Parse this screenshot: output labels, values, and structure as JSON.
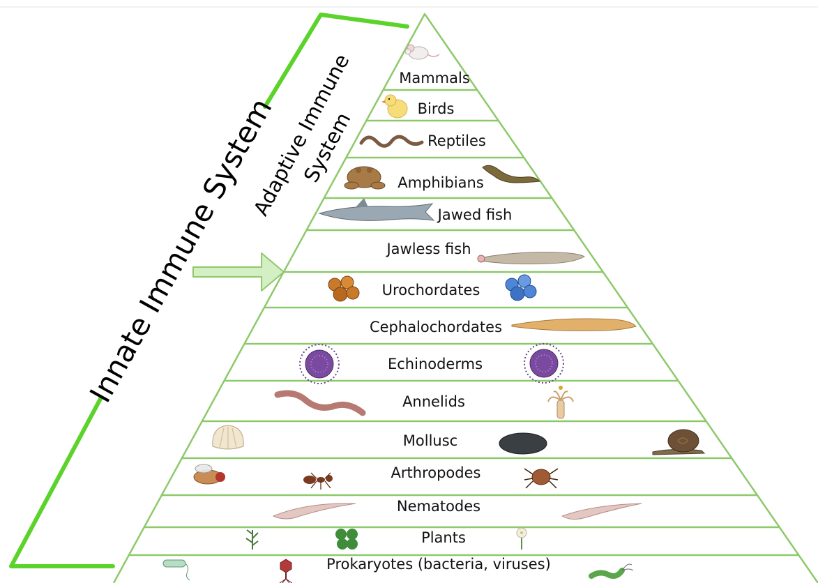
{
  "diagram": {
    "colors": {
      "pyramid_line": "#8dc96a",
      "bracket": "#5bd32a",
      "arrow_fill": "#d5efc4",
      "arrow_stroke": "#8dc96a",
      "text": "#111111"
    },
    "brackets": {
      "innate": "Innate Immune System",
      "adaptive_line1": "Adaptive Immune",
      "adaptive_line2": "System"
    },
    "tiers": [
      {
        "label": "Mammals",
        "icons": [
          "mouse-icon"
        ]
      },
      {
        "label": "Birds",
        "icons": [
          "chick-icon"
        ]
      },
      {
        "label": "Reptiles",
        "icons": [
          "snake-icon"
        ]
      },
      {
        "label": "Amphibians",
        "icons": [
          "frog-icon",
          "salamander-icon"
        ]
      },
      {
        "label": "Jawed fish",
        "icons": [
          "shark-icon"
        ]
      },
      {
        "label": "Jawless fish",
        "icons": [
          "lamprey-icon"
        ]
      },
      {
        "label": "Urochordates",
        "icons": [
          "tunicate-orange-icon",
          "tunicate-blue-icon"
        ]
      },
      {
        "label": "Cephalochordates",
        "icons": [
          "lancelet-icon"
        ]
      },
      {
        "label": "Echinoderms",
        "icons": [
          "sea-urchin-icon",
          "sea-urchin-icon"
        ]
      },
      {
        "label": "Annelids",
        "icons": [
          "earthworm-icon",
          "tube-worm-icon"
        ]
      },
      {
        "label": "Mollusc",
        "icons": [
          "clam-icon",
          "mussel-icon",
          "snail-icon"
        ]
      },
      {
        "label": "Arthropodes",
        "icons": [
          "fly-icon",
          "ant-icon",
          "tick-icon"
        ]
      },
      {
        "label": "Nematodes",
        "icons": [
          "nematode-icon",
          "nematode-icon"
        ]
      },
      {
        "label": "Plants",
        "icons": [
          "seaweed-icon",
          "clover-icon",
          "flower-icon"
        ]
      },
      {
        "label": "Prokaryotes (bacteria, viruses)",
        "icons": [
          "bacterium-icon",
          "bacteriophage-icon",
          "helicobacter-icon"
        ]
      }
    ]
  }
}
